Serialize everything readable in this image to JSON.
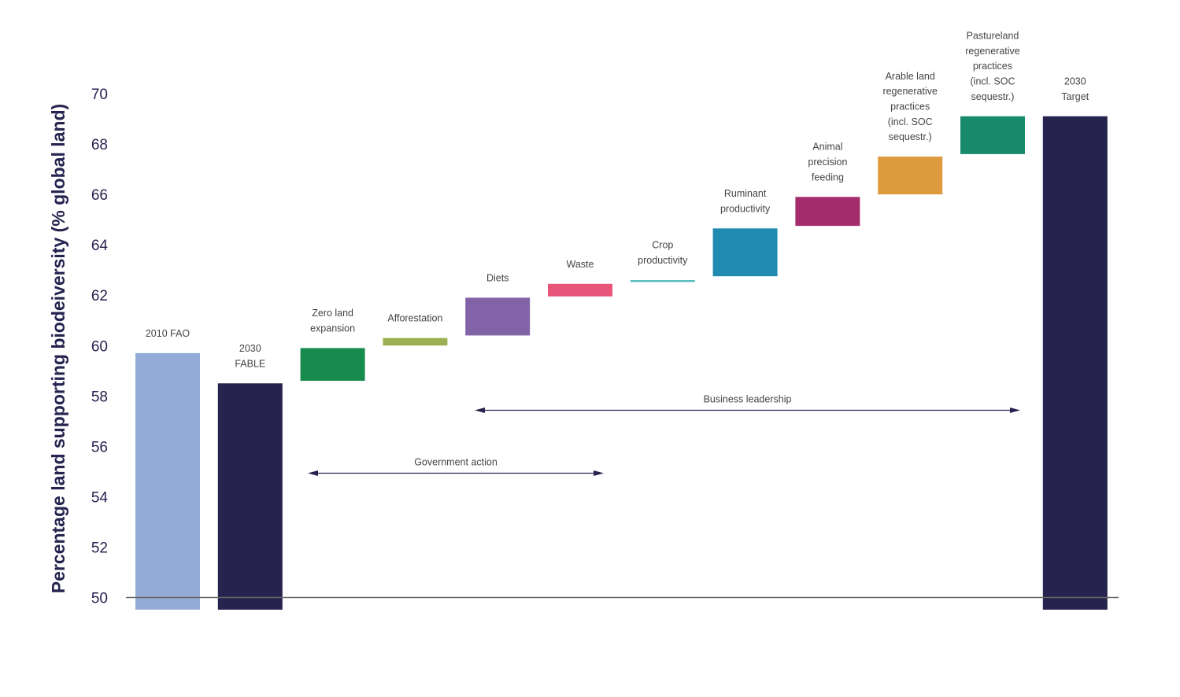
{
  "chart_data": {
    "type": "bar",
    "subtype": "waterfall",
    "ylabel": "Percentage land supporting biodeiversity (% global land)",
    "ylim": [
      50,
      70
    ],
    "yticks": [
      50,
      52,
      54,
      56,
      58,
      60,
      62,
      64,
      66,
      68,
      70
    ],
    "grid": false,
    "bars": [
      {
        "label": [
          "2010 FAO"
        ],
        "low": 50,
        "high": 59.7,
        "color": "#93abd6",
        "base": true
      },
      {
        "label": [
          "2030",
          "FABLE"
        ],
        "low": 50,
        "high": 58.5,
        "color": "#26234f",
        "base": true
      },
      {
        "label": [
          "Zero land",
          "expansion"
        ],
        "low": 58.6,
        "high": 59.9,
        "color": "#178b4d"
      },
      {
        "label": [
          "Afforestation"
        ],
        "low": 60.0,
        "high": 60.3,
        "color": "#9cb053"
      },
      {
        "label": [
          "Diets"
        ],
        "low": 60.4,
        "high": 61.9,
        "color": "#8363a8"
      },
      {
        "label": [
          "Waste"
        ],
        "low": 61.95,
        "high": 62.45,
        "color": "#e8557a"
      },
      {
        "label": [
          "Crop",
          "productivity"
        ],
        "low": 62.52,
        "high": 62.6,
        "color": "#5bbfc0"
      },
      {
        "label": [
          "Ruminant",
          "productivity"
        ],
        "low": 62.75,
        "high": 64.65,
        "color": "#218ab0"
      },
      {
        "label": [
          "Animal",
          "precision",
          "feeding"
        ],
        "low": 64.75,
        "high": 65.9,
        "color": "#a42c6c"
      },
      {
        "label": [
          "Arable land",
          "regenerative",
          "practices",
          "(incl. SOC",
          "sequestr.)"
        ],
        "low": 66.0,
        "high": 67.5,
        "color": "#de9a3e"
      },
      {
        "label": [
          "Pastureland",
          "regenerative",
          "practices",
          "(incl. SOC",
          "sequestr.)"
        ],
        "low": 67.6,
        "high": 69.1,
        "color": "#178b6c"
      },
      {
        "label": [
          "2030",
          "Target"
        ],
        "low": 50,
        "high": 69.1,
        "color": "#26234f",
        "base": true
      }
    ],
    "annotations": [
      {
        "text": "Government action",
        "from_bar": 2,
        "to_bar": 5
      },
      {
        "text": "Business leadership",
        "from_bar": 4,
        "to_bar": 10
      }
    ]
  }
}
